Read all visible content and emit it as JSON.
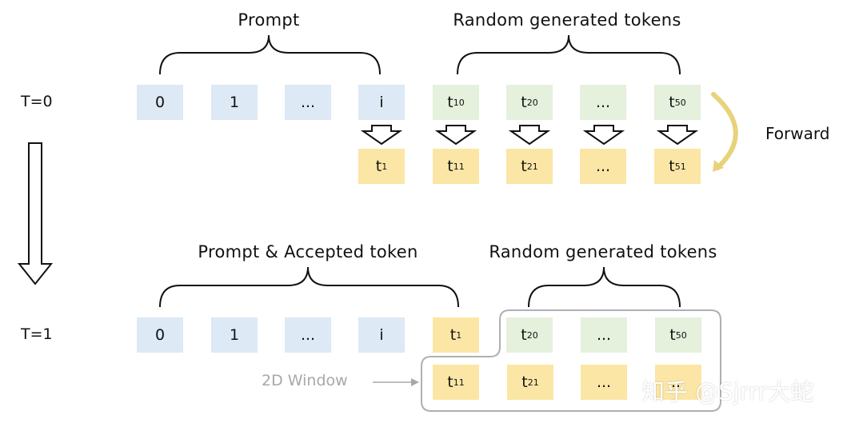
{
  "labels": {
    "prompt": "Prompt",
    "random_top": "Random generated tokens",
    "prompt_accepted": "Prompt & Accepted token",
    "random_bottom": "Random generated tokens",
    "forward": "Forward",
    "window": "2D Window",
    "t0": "T=0",
    "t1": "T=1",
    "watermark": "知乎 @Sjrrr大蛇"
  },
  "row_t0_prompt": [
    "0",
    "1",
    "...",
    "i"
  ],
  "row_t0_random": [
    {
      "base": "t",
      "sub": "1",
      "sup": "0"
    },
    {
      "base": "t",
      "sub": "2",
      "sup": "0"
    },
    {
      "base": "...",
      "sub": "",
      "sup": ""
    },
    {
      "base": "t",
      "sub": "5",
      "sup": "0"
    }
  ],
  "row_t0_output": [
    {
      "base": "t",
      "sub": "1",
      "sup": ""
    },
    {
      "base": "t",
      "sub": "1",
      "sup": "1"
    },
    {
      "base": "t",
      "sub": "2",
      "sup": "1"
    },
    {
      "base": "...",
      "sub": "",
      "sup": ""
    },
    {
      "base": "t",
      "sub": "5",
      "sup": "1"
    }
  ],
  "row_t1_prompt": [
    "0",
    "1",
    "...",
    "i"
  ],
  "row_t1_accepted": {
    "base": "t",
    "sub": "1",
    "sup": ""
  },
  "row_t1_random": [
    {
      "base": "t",
      "sub": "2",
      "sup": "0"
    },
    {
      "base": "...",
      "sub": "",
      "sup": ""
    },
    {
      "base": "t",
      "sub": "5",
      "sup": "0"
    }
  ],
  "row_t1_output": [
    {
      "base": "t",
      "sub": "1",
      "sup": "1"
    },
    {
      "base": "t",
      "sub": "2",
      "sup": "1"
    },
    {
      "base": "...",
      "sub": "",
      "sup": ""
    },
    {
      "base": "...",
      "sub": "",
      "sup": ""
    }
  ],
  "colors": {
    "prompt": "#dde9f4",
    "random": "#e5f0dd",
    "output": "#fbe6a6",
    "forward_arrow": "#e8d27a",
    "window_border": "#b0b0b0"
  }
}
